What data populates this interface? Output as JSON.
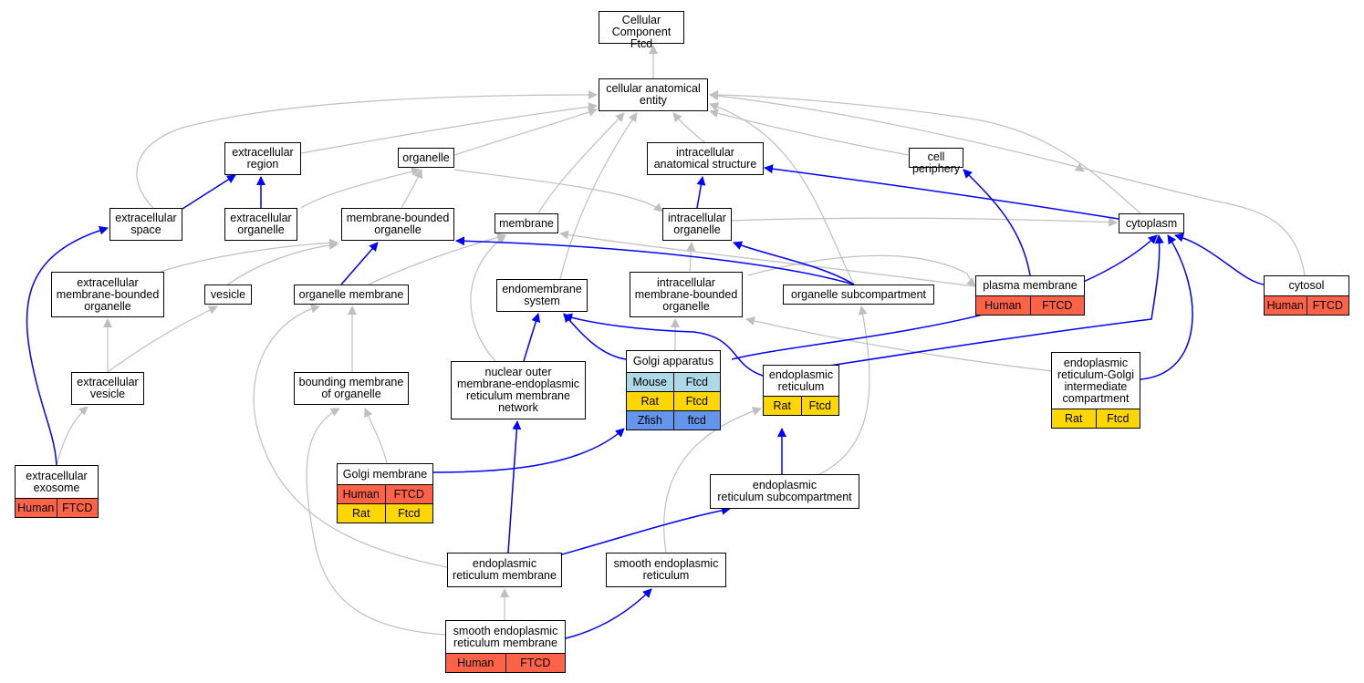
{
  "colors": {
    "is_a_edge": "#bfbfbf",
    "part_of_edge": "#0000ff",
    "human": "#ff6347",
    "rat": "#ffd700",
    "mouse": "#add8e6",
    "zfish": "#6495ed"
  },
  "nodes": {
    "root": {
      "lines": [
        "Cellular Component",
        "Ftcd"
      ]
    },
    "cae": {
      "lines": [
        "cellular anatomical",
        "entity"
      ]
    },
    "exreg": {
      "lines": [
        "extracellular",
        "region"
      ]
    },
    "organelle": {
      "lines": [
        "organelle"
      ]
    },
    "ias": {
      "lines": [
        "intracellular",
        "anatomical structure"
      ]
    },
    "cellper": {
      "lines": [
        "cell periphery"
      ]
    },
    "exspace": {
      "lines": [
        "extracellular",
        "space"
      ]
    },
    "exorg": {
      "lines": [
        "extracellular",
        "organelle"
      ]
    },
    "mbo": {
      "lines": [
        "membrane-bounded",
        "organelle"
      ]
    },
    "membrane": {
      "lines": [
        "membrane"
      ]
    },
    "intorg": {
      "lines": [
        "intracellular",
        "organelle"
      ]
    },
    "cytoplasm": {
      "lines": [
        "cytoplasm"
      ]
    },
    "exmbo": {
      "lines": [
        "extracellular",
        "membrane-bounded",
        "organelle"
      ]
    },
    "vesicle": {
      "lines": [
        "vesicle"
      ]
    },
    "orgmem": {
      "lines": [
        "organelle membrane"
      ]
    },
    "endosys": {
      "lines": [
        "endomembrane",
        "system"
      ]
    },
    "imbo": {
      "lines": [
        "intracellular",
        "membrane-bounded",
        "organelle"
      ]
    },
    "orgsub": {
      "lines": [
        "organelle subcompartment"
      ]
    },
    "plasmamem": {
      "lines": [
        "plasma membrane"
      ],
      "rows": [
        [
          "Human",
          "FTCD"
        ]
      ],
      "rowkeys": [
        [
          "human",
          "human"
        ]
      ]
    },
    "cytosol": {
      "lines": [
        "cytosol"
      ],
      "rows": [
        [
          "Human",
          "FTCD"
        ]
      ],
      "rowkeys": [
        [
          "human",
          "human"
        ]
      ]
    },
    "exves": {
      "lines": [
        "extracellular",
        "vesicle"
      ]
    },
    "bmo": {
      "lines": [
        "bounding membrane",
        "of organelle"
      ]
    },
    "nomem": {
      "lines": [
        "nuclear outer",
        "membrane-endoplasmic",
        "reticulum membrane",
        "network"
      ]
    },
    "golgi": {
      "lines": [
        "Golgi apparatus"
      ],
      "rows": [
        [
          "Mouse",
          "Ftcd"
        ],
        [
          "Rat",
          "Ftcd"
        ],
        [
          "Zfish",
          "ftcd"
        ]
      ],
      "rowkeys": [
        [
          "mouse",
          "mouse"
        ],
        [
          "rat",
          "rat"
        ],
        [
          "zfish",
          "zfish"
        ]
      ]
    },
    "er": {
      "lines": [
        "endoplasmic",
        "reticulum"
      ],
      "rows": [
        [
          "Rat",
          "Ftcd"
        ]
      ],
      "rowkeys": [
        [
          "rat",
          "rat"
        ]
      ]
    },
    "ergic": {
      "lines": [
        "endoplasmic",
        "reticulum-Golgi",
        "intermediate",
        "compartment"
      ],
      "rows": [
        [
          "Rat",
          "Ftcd"
        ]
      ],
      "rowkeys": [
        [
          "rat",
          "rat"
        ]
      ]
    },
    "exosome": {
      "lines": [
        "extracellular",
        "exosome"
      ],
      "rows": [
        [
          "Human",
          "FTCD"
        ]
      ],
      "rowkeys": [
        [
          "human",
          "human"
        ]
      ]
    },
    "golgimem": {
      "lines": [
        "Golgi membrane"
      ],
      "rows": [
        [
          "Human",
          "FTCD"
        ],
        [
          "Rat",
          "Ftcd"
        ]
      ],
      "rowkeys": [
        [
          "human",
          "human"
        ],
        [
          "rat",
          "rat"
        ]
      ]
    },
    "ersub": {
      "lines": [
        "endoplasmic",
        "reticulum subcompartment"
      ]
    },
    "ermem": {
      "lines": [
        "endoplasmic",
        "reticulum membrane"
      ]
    },
    "ser": {
      "lines": [
        "smooth endoplasmic",
        "reticulum"
      ]
    },
    "sermem": {
      "lines": [
        "smooth endoplasmic",
        "reticulum membrane"
      ],
      "rows": [
        [
          "Human",
          "FTCD"
        ]
      ],
      "rowkeys": [
        [
          "human",
          "human"
        ]
      ]
    }
  }
}
